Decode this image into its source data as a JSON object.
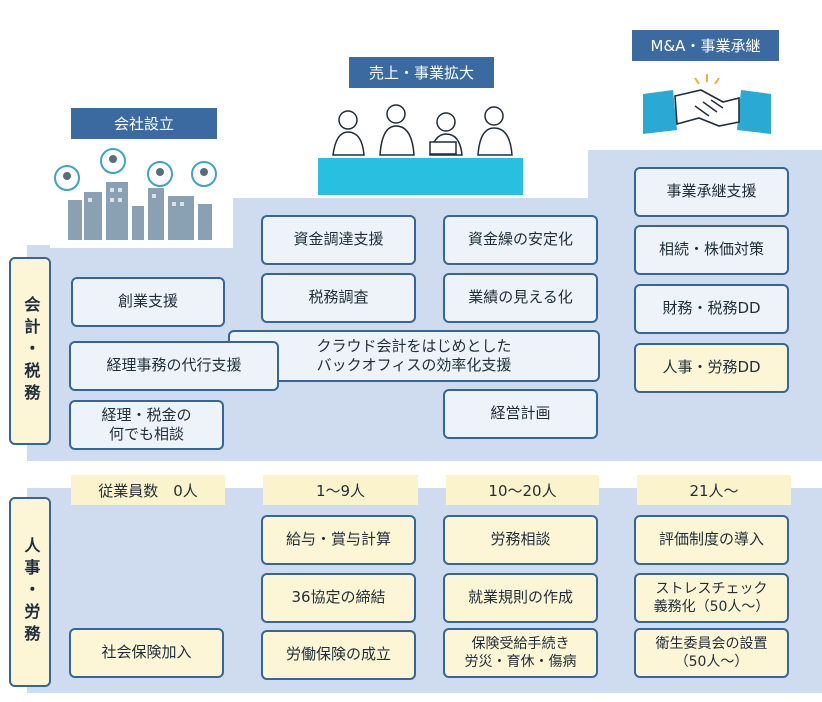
{
  "stages": {
    "setup": "会社設立",
    "growth": "売上・事業拡大",
    "ma": "M&A・事業承継"
  },
  "sections": {
    "accounting_tax": "会計・税務",
    "hr_labor": "人事・労務"
  },
  "accounting_items": {
    "startup_support": "創業支援",
    "bookkeeping_agency": "経理事務の代行支援",
    "consultation": "経理・税金の\n何でも相談",
    "funding_support": "資金調達支援",
    "tax_survey": "税務調査",
    "cloud_backoffice": "クラウド会計をはじめとした\nバックオフィスの効率化支援",
    "cashflow_stability": "資金繰の安定化",
    "performance_visibility": "業績の見える化",
    "business_planning": "経営計画",
    "succession_support": "事業承継支援",
    "inheritance_stock": "相続・株価対策",
    "financial_tax_dd": "財務・税務DD",
    "hr_labor_dd": "人事・労務DD"
  },
  "employee_headers": {
    "zero": "従業員数　0人",
    "small": "1～9人",
    "medium": "10～20人",
    "large": "21人～"
  },
  "hr_items": {
    "social_insurance": "社会保険加入",
    "payroll_bonus": "給与・賞与計算",
    "agreement_36": "36協定の締結",
    "labor_insurance": "労働保険の成立",
    "labor_consultation": "労務相談",
    "work_rules": "就業規則の作成",
    "insurance_benefits": "保険受給手続き\n労災・育休・傷病",
    "evaluation_system": "評価制度の導入",
    "stress_check": "ストレスチェック\n義務化（50人～）",
    "health_committee": "衛生委員会の設置\n（50人～）"
  },
  "icons": [
    "city-buildings-icon",
    "business-meeting-icon",
    "handshake-icon"
  ],
  "colors": {
    "band": "#cfdcef",
    "stage_label": "#3b6aa0",
    "box_fill": "#edf3f8",
    "box_border": "#35669a",
    "highlight": "#fcf6d6"
  }
}
